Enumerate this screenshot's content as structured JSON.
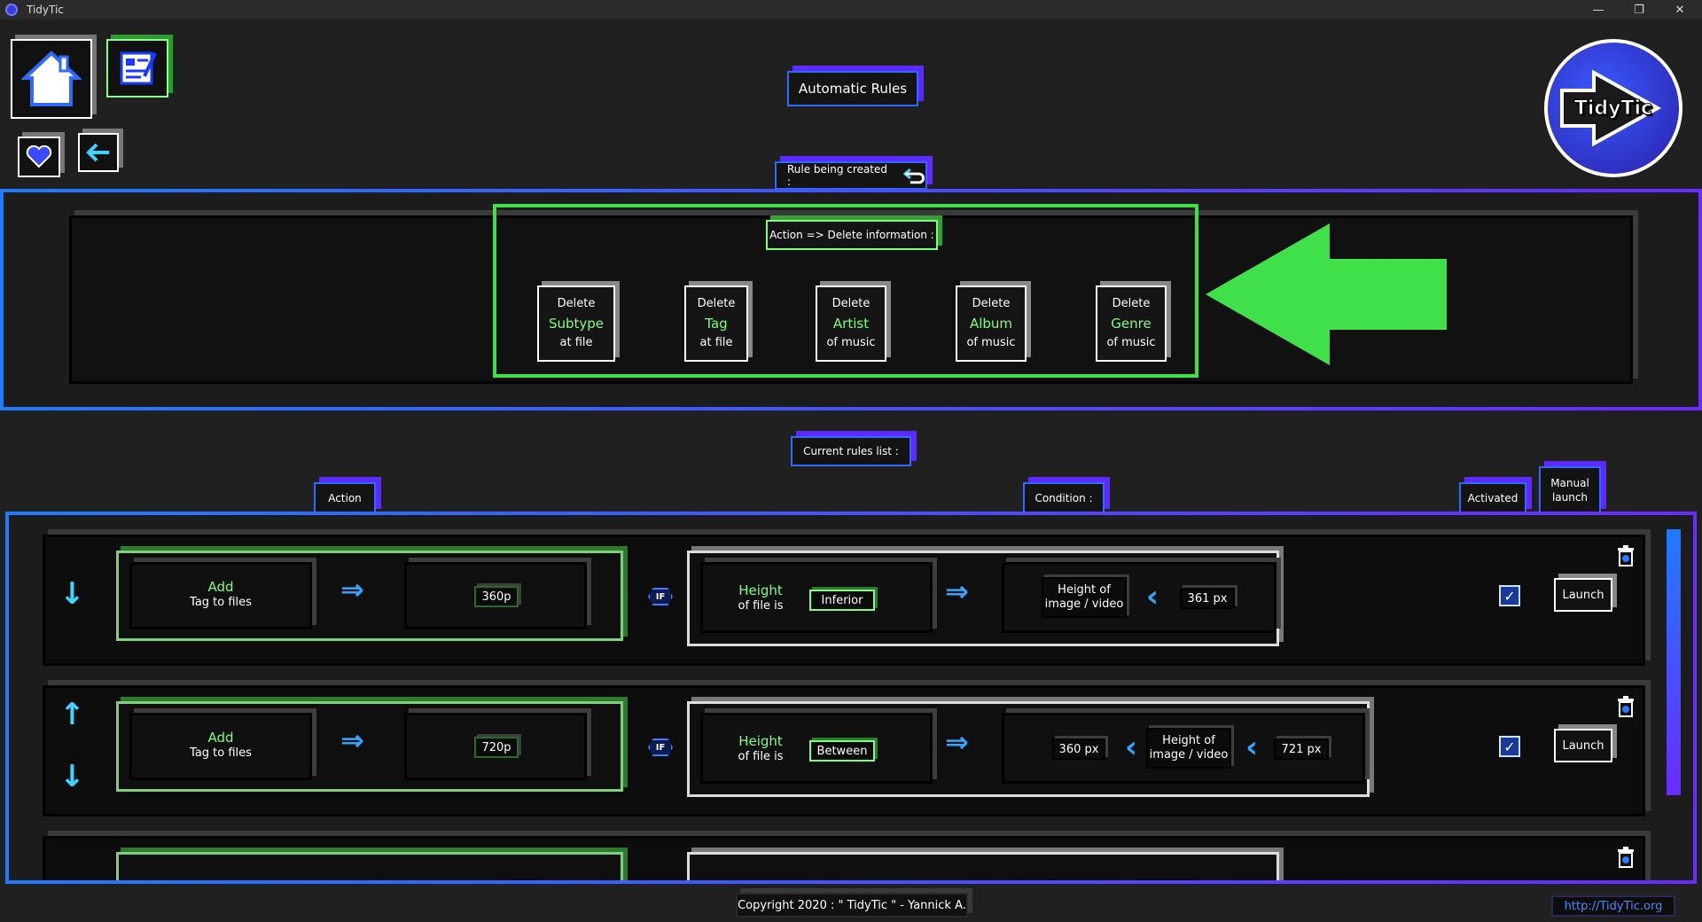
{
  "window": {
    "title": "TidyTic",
    "min": "—",
    "restore": "❐",
    "close": "✕"
  },
  "header": {
    "title": "Automatic Rules",
    "logo_text": "TidyTic"
  },
  "rule_being_created": {
    "label": "Rule being created :"
  },
  "action_panel": {
    "title": "Action => Delete information :",
    "cards": [
      {
        "l1": "Delete",
        "l2": "Subtype",
        "l3": "at file"
      },
      {
        "l1": "Delete",
        "l2": "Tag",
        "l3": "at file"
      },
      {
        "l1": "Delete",
        "l2": "Artist",
        "l3": "of music"
      },
      {
        "l1": "Delete",
        "l2": "Album",
        "l3": "of music"
      },
      {
        "l1": "Delete",
        "l2": "Genre",
        "l3": "of music"
      }
    ]
  },
  "rules_list": {
    "title": "Current rules list :",
    "headers": {
      "action": "Action",
      "condition": "Condition :",
      "activated": "Activated",
      "manual_l1": "Manual",
      "manual_l2": "launch"
    },
    "rows": [
      {
        "action_l1": "Add",
        "action_l2": "Tag to files",
        "value": "360p",
        "if": "IF",
        "cond_l1": "Height",
        "cond_l2": "of file is",
        "operator": "Inferior",
        "left_value": "",
        "subject_l1": "Height of",
        "subject_l2": "image / video",
        "right_value": "361 px",
        "launch": "Launch",
        "activated": true
      },
      {
        "action_l1": "Add",
        "action_l2": "Tag to files",
        "value": "720p",
        "if": "IF",
        "cond_l1": "Height",
        "cond_l2": "of file is",
        "operator": "Between",
        "left_value": "360 px",
        "subject_l1": "Height of",
        "subject_l2": "image / video",
        "right_value": "721 px",
        "launch": "Launch",
        "activated": true
      }
    ]
  },
  "footer": {
    "copyright": "Copyright 2020 : \" TidyTic \" - Yannick A.",
    "link": "http://TidyTic.org"
  },
  "colors": {
    "accent_blue": "#2f6bff",
    "accent_purple": "#6a2bff",
    "green": "#3fe04a"
  }
}
